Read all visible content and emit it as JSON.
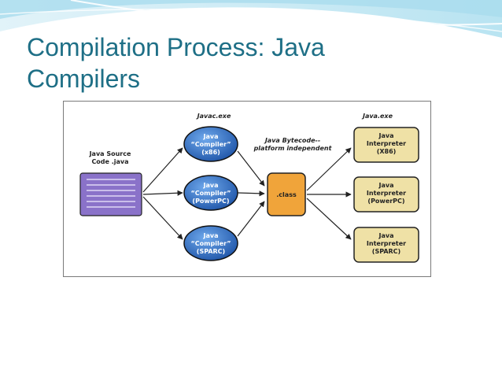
{
  "slide": {
    "title_line1": "Compilation Process: Java",
    "title_line2": "Compilers"
  },
  "diagram": {
    "source": {
      "label_line1": "Java Source",
      "label_line2": "Code .java"
    },
    "compiler_header": "Javac.exe",
    "compilers": [
      {
        "line1": "Java",
        "line2": "“Compiler”",
        "line3": "(x86)"
      },
      {
        "line1": "Java",
        "line2": "“Compiler”",
        "line3": "(PowerPC)"
      },
      {
        "line1": "Java",
        "line2": "“Compiler”",
        "line3": "(SPARC)"
      }
    ],
    "bytecode_label_line1": "Java Bytecode--",
    "bytecode_label_line2": "platform independent",
    "class_label": ".class",
    "interpreter_header": "Java.exe",
    "interpreters": [
      {
        "line1": "Java",
        "line2": "Interpreter",
        "line3": "(X86)"
      },
      {
        "line1": "Java",
        "line2": "Interpreter",
        "line3": "(PowerPC)"
      },
      {
        "line1": "Java",
        "line2": "Interpreter",
        "line3": "(SPARC)"
      }
    ],
    "colors": {
      "source_fill": "#8a72c9",
      "compiler_fill": "#2e6fc4",
      "class_fill": "#f0a43a",
      "interpreter_fill": "#efe1a6",
      "title": "#1e6f86"
    }
  }
}
